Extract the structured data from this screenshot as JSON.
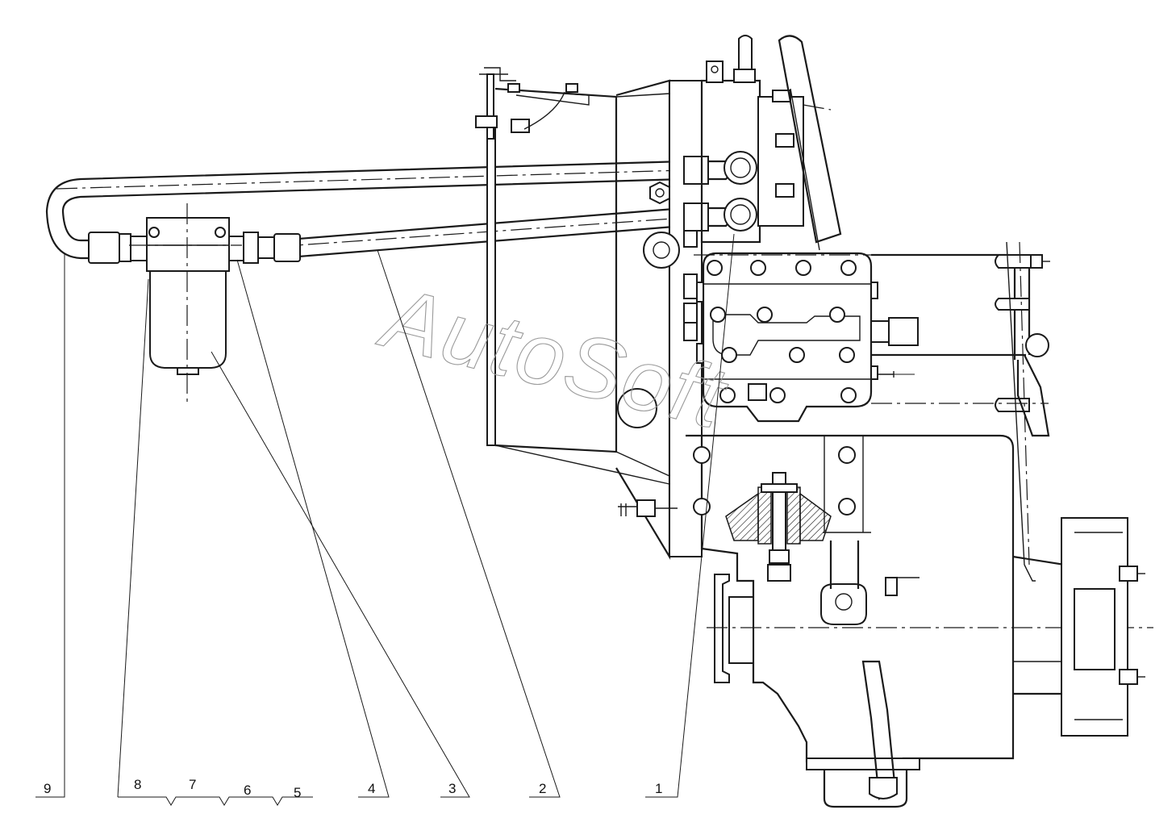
{
  "watermark": "AutoSoft",
  "callouts": [
    {
      "id": "c9",
      "label": "9"
    },
    {
      "id": "c8",
      "label": "8"
    },
    {
      "id": "c7",
      "label": "7"
    },
    {
      "id": "c6",
      "label": "6"
    },
    {
      "id": "c5",
      "label": "5"
    },
    {
      "id": "c4",
      "label": "4"
    },
    {
      "id": "c3",
      "label": "3"
    },
    {
      "id": "c2",
      "label": "2"
    },
    {
      "id": "c1",
      "label": "1"
    }
  ],
  "colors": {
    "line": "#1a1a1a",
    "background": "#ffffff",
    "watermark": "#9a9a9a"
  }
}
